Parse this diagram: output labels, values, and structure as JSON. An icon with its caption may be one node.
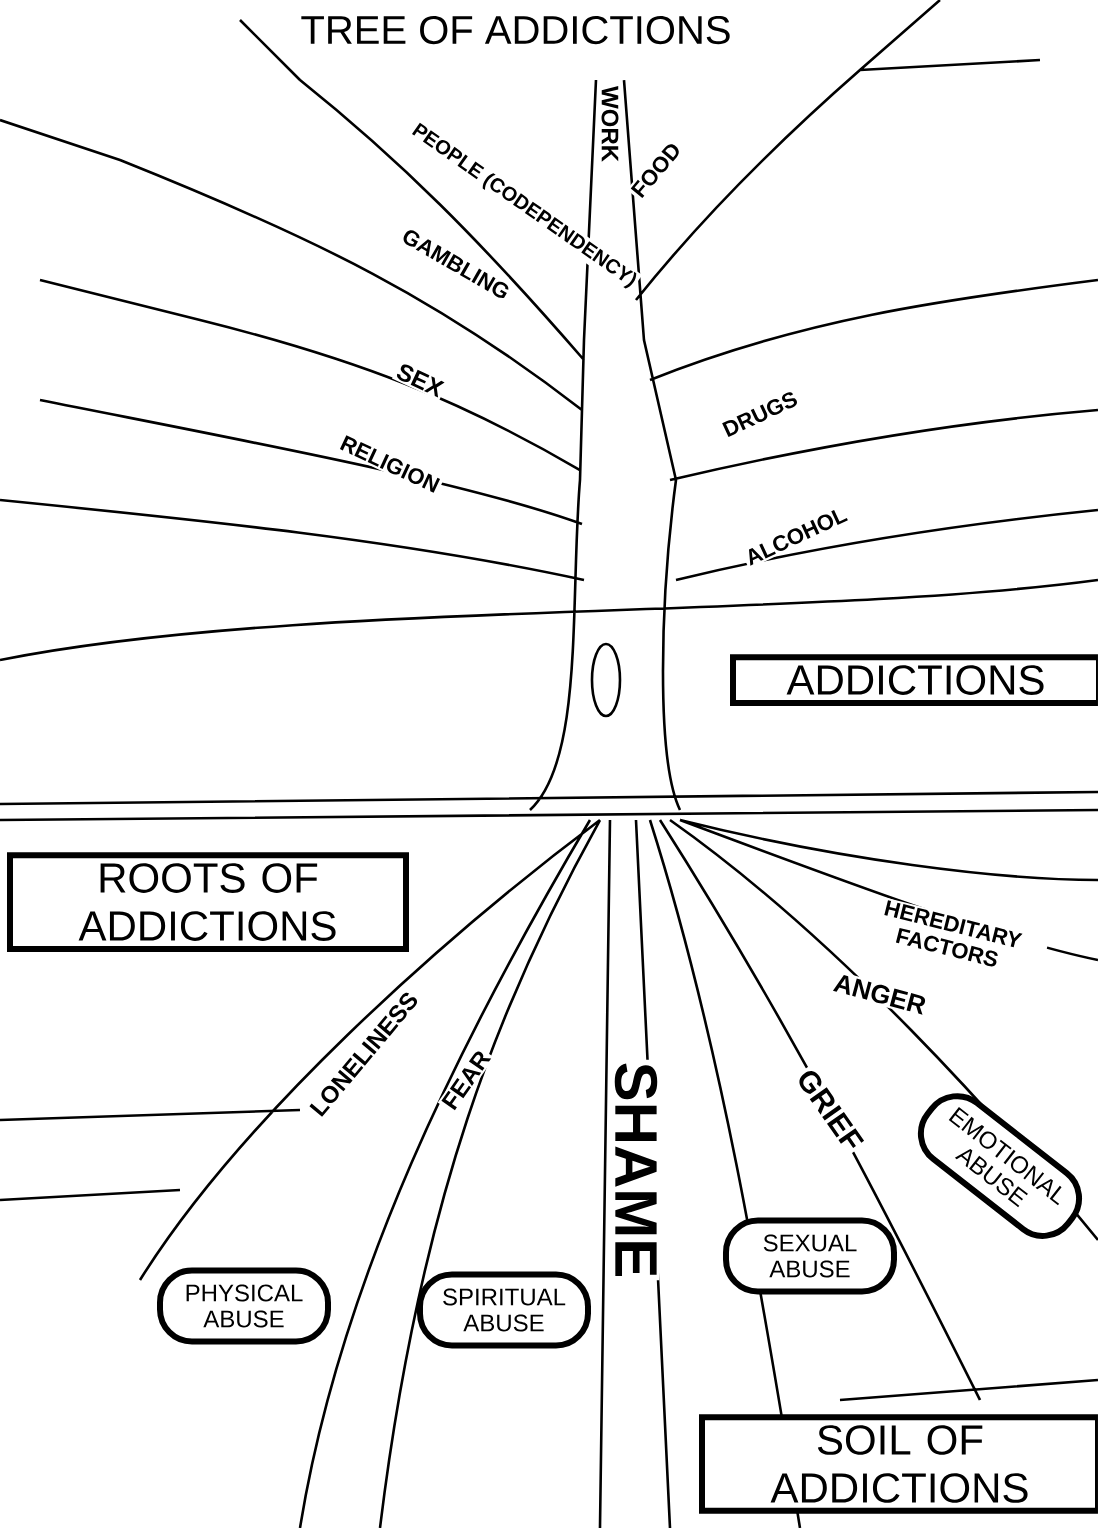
{
  "diagram": {
    "title": "TREE OF ADDICTIONS",
    "nodes": [
      {
        "text": [
          "ADDICTIONS"
        ]
      },
      {
        "text": [
          "ROOTS OF ADDICTIONS"
        ]
      },
      {
        "text": [
          "EMOTIONAL ABUSE"
        ]
      },
      {
        "text": [
          "PHYSICAL ABUSE"
        ]
      },
      {
        "text": [
          "SPIRITUAL ABUSE"
        ]
      },
      {
        "text": [
          "SEXUAL ABUSE"
        ]
      },
      {
        "text": [
          "SOIL OF ADDICTIONS"
        ]
      }
    ],
    "labels": [
      "PEOPLE (CODEPENDENCY)",
      "WORK",
      "FOOD",
      "GAMBLING",
      "SEX",
      "DRUGS",
      "RELIGION",
      "ALCOHOL",
      "HEREDITARY FACTORS",
      "ANGER",
      "LONELINESS",
      "FEAR",
      "SHAME",
      "GRIEF"
    ]
  }
}
